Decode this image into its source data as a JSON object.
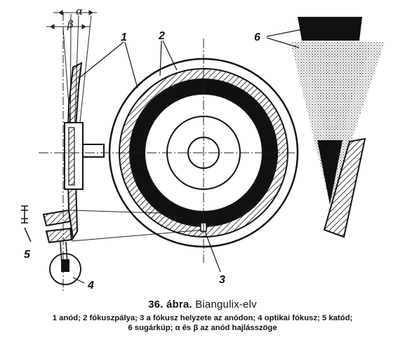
{
  "labels": {
    "alpha": "α",
    "beta": "β",
    "n1": "1",
    "n2": "2",
    "n3": "3",
    "n4": "4",
    "n5": "5",
    "n6": "6"
  },
  "caption": {
    "number": "36. ábra.",
    "title": "Biangulix-elv",
    "line1": "1 anód; 2 fókuszpálya; 3 a fókusz helyzete az anódon; 4 optikai fókusz; 5 katód;",
    "line2": "6 sugárkúp; α és β az anód hajlásszöge"
  }
}
